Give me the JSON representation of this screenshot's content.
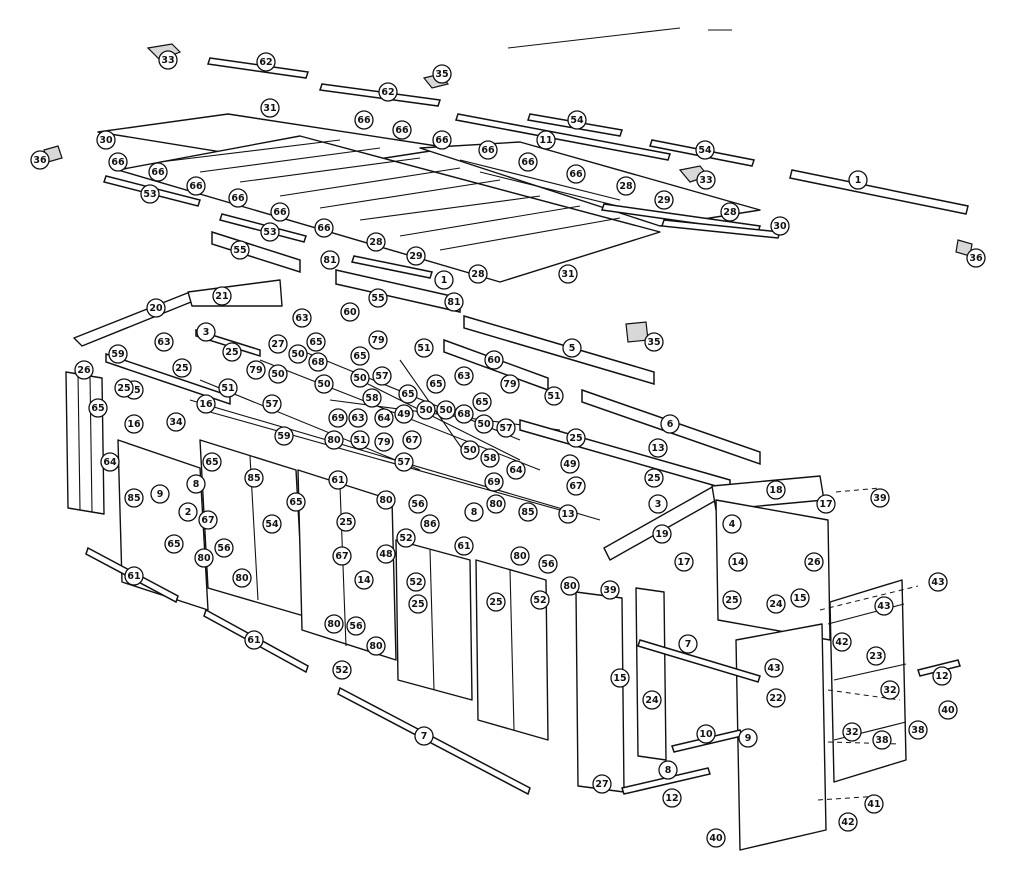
{
  "diagram": {
    "callouts": [
      {
        "id": "c1",
        "label": "33"
      },
      {
        "id": "c2",
        "label": "62"
      },
      {
        "id": "c3",
        "label": "35"
      },
      {
        "id": "c4",
        "label": "62"
      },
      {
        "id": "c5",
        "label": "31"
      },
      {
        "id": "c6",
        "label": "66"
      },
      {
        "id": "c7",
        "label": "66"
      },
      {
        "id": "c8",
        "label": "54"
      },
      {
        "id": "c9",
        "label": "30"
      },
      {
        "id": "c10",
        "label": "11"
      },
      {
        "id": "c11",
        "label": "66"
      },
      {
        "id": "c12",
        "label": "36"
      },
      {
        "id": "c13",
        "label": "66"
      },
      {
        "id": "c14",
        "label": "66"
      },
      {
        "id": "c15",
        "label": "66"
      },
      {
        "id": "c16",
        "label": "54"
      },
      {
        "id": "c17",
        "label": "66"
      },
      {
        "id": "c18",
        "label": "66"
      },
      {
        "id": "c19",
        "label": "66"
      },
      {
        "id": "c20",
        "label": "33"
      },
      {
        "id": "c21",
        "label": "1"
      },
      {
        "id": "c22",
        "label": "53"
      },
      {
        "id": "c23",
        "label": "28"
      },
      {
        "id": "c24",
        "label": "66"
      },
      {
        "id": "c25",
        "label": "29"
      },
      {
        "id": "c26",
        "label": "66"
      },
      {
        "id": "c27",
        "label": "28"
      },
      {
        "id": "c28",
        "label": "53"
      },
      {
        "id": "c29",
        "label": "66"
      },
      {
        "id": "c30",
        "label": "30"
      },
      {
        "id": "c31",
        "label": "55"
      },
      {
        "id": "c32",
        "label": "28"
      },
      {
        "id": "c33",
        "label": "81"
      },
      {
        "id": "c34",
        "label": "29"
      },
      {
        "id": "c35",
        "label": "36"
      },
      {
        "id": "c36",
        "label": "1"
      },
      {
        "id": "c37",
        "label": "28"
      },
      {
        "id": "c38",
        "label": "31"
      },
      {
        "id": "c39",
        "label": "20"
      },
      {
        "id": "c40",
        "label": "21"
      },
      {
        "id": "c41",
        "label": "55"
      },
      {
        "id": "c42",
        "label": "81"
      },
      {
        "id": "c43",
        "label": "60"
      },
      {
        "id": "c44",
        "label": "63"
      },
      {
        "id": "c45",
        "label": "3"
      },
      {
        "id": "c46",
        "label": "35"
      },
      {
        "id": "c47",
        "label": "63"
      },
      {
        "id": "c48",
        "label": "79"
      },
      {
        "id": "c49",
        "label": "5"
      },
      {
        "id": "c50",
        "label": "59"
      },
      {
        "id": "c51",
        "label": "25"
      },
      {
        "id": "c52",
        "label": "27"
      },
      {
        "id": "c53",
        "label": "50"
      },
      {
        "id": "c54",
        "label": "65"
      },
      {
        "id": "c55",
        "label": "51"
      },
      {
        "id": "c56",
        "label": "25"
      },
      {
        "id": "c57",
        "label": "68"
      },
      {
        "id": "c58",
        "label": "65"
      },
      {
        "id": "c59",
        "label": "60"
      },
      {
        "id": "c60",
        "label": "26"
      },
      {
        "id": "c61",
        "label": "25"
      },
      {
        "id": "c62",
        "label": "79"
      },
      {
        "id": "c63",
        "label": "50"
      },
      {
        "id": "c64",
        "label": "50"
      },
      {
        "id": "c65",
        "label": "57"
      },
      {
        "id": "c66",
        "label": "65"
      },
      {
        "id": "c67",
        "label": "63"
      },
      {
        "id": "c68",
        "label": "79"
      },
      {
        "id": "c69",
        "label": "51"
      },
      {
        "id": "c70",
        "label": "25"
      },
      {
        "id": "c71",
        "label": "51"
      },
      {
        "id": "c72",
        "label": "50"
      },
      {
        "id": "c73",
        "label": "58"
      },
      {
        "id": "c74",
        "label": "65"
      },
      {
        "id": "c75",
        "label": "65"
      },
      {
        "id": "c76",
        "label": "6"
      },
      {
        "id": "c77",
        "label": "16"
      },
      {
        "id": "c78",
        "label": "57"
      },
      {
        "id": "c79",
        "label": "69"
      },
      {
        "id": "c80",
        "label": "63"
      },
      {
        "id": "c81",
        "label": "64"
      },
      {
        "id": "c82",
        "label": "49"
      },
      {
        "id": "c83",
        "label": "50"
      },
      {
        "id": "c84",
        "label": "50"
      },
      {
        "id": "c85",
        "label": "68"
      },
      {
        "id": "c86",
        "label": "50"
      },
      {
        "id": "c87",
        "label": "16"
      },
      {
        "id": "c88",
        "label": "34"
      },
      {
        "id": "c89",
        "label": "65"
      },
      {
        "id": "c90",
        "label": "80"
      },
      {
        "id": "c91",
        "label": "51"
      },
      {
        "id": "c92",
        "label": "79"
      },
      {
        "id": "c93",
        "label": "67"
      },
      {
        "id": "c94",
        "label": "57"
      },
      {
        "id": "c95",
        "label": "25"
      },
      {
        "id": "c96",
        "label": "13"
      },
      {
        "id": "c97",
        "label": "59"
      },
      {
        "id": "c98",
        "label": "50"
      },
      {
        "id": "c99",
        "label": "58"
      },
      {
        "id": "c100",
        "label": "64"
      },
      {
        "id": "c101",
        "label": "64"
      },
      {
        "id": "c102",
        "label": "57"
      },
      {
        "id": "c103",
        "label": "49"
      },
      {
        "id": "c104",
        "label": "25"
      },
      {
        "id": "c105",
        "label": "65"
      },
      {
        "id": "c106",
        "label": "61"
      },
      {
        "id": "c107",
        "label": "69"
      },
      {
        "id": "c108",
        "label": "67"
      },
      {
        "id": "c109",
        "label": "85"
      },
      {
        "id": "c110",
        "label": "8"
      },
      {
        "id": "c111",
        "label": "9"
      },
      {
        "id": "c112",
        "label": "85"
      },
      {
        "id": "c113",
        "label": "65"
      },
      {
        "id": "c114",
        "label": "80"
      },
      {
        "id": "c115",
        "label": "56"
      },
      {
        "id": "c116",
        "label": "80"
      },
      {
        "id": "c117",
        "label": "85"
      },
      {
        "id": "c118",
        "label": "3"
      },
      {
        "id": "c119",
        "label": "18"
      },
      {
        "id": "c120",
        "label": "17"
      },
      {
        "id": "c121",
        "label": "39"
      },
      {
        "id": "c122",
        "label": "2"
      },
      {
        "id": "c123",
        "label": "67"
      },
      {
        "id": "c124",
        "label": "54"
      },
      {
        "id": "c125",
        "label": "25"
      },
      {
        "id": "c126",
        "label": "86"
      },
      {
        "id": "c127",
        "label": "8"
      },
      {
        "id": "c128",
        "label": "13"
      },
      {
        "id": "c129",
        "label": "4"
      },
      {
        "id": "c130",
        "label": "65"
      },
      {
        "id": "c131",
        "label": "52"
      },
      {
        "id": "c132",
        "label": "19"
      },
      {
        "id": "c133",
        "label": "26"
      },
      {
        "id": "c134",
        "label": "80"
      },
      {
        "id": "c135",
        "label": "56"
      },
      {
        "id": "c136",
        "label": "61"
      },
      {
        "id": "c137",
        "label": "17"
      },
      {
        "id": "c138",
        "label": "14"
      },
      {
        "id": "c139",
        "label": "43"
      },
      {
        "id": "c140",
        "label": "80"
      },
      {
        "id": "c141",
        "label": "67"
      },
      {
        "id": "c142",
        "label": "48"
      },
      {
        "id": "c143",
        "label": "80"
      },
      {
        "id": "c144",
        "label": "56"
      },
      {
        "id": "c145",
        "label": "61"
      },
      {
        "id": "c146",
        "label": "14"
      },
      {
        "id": "c147",
        "label": "52"
      },
      {
        "id": "c148",
        "label": "39"
      },
      {
        "id": "c149",
        "label": "80"
      },
      {
        "id": "c150",
        "label": "25"
      },
      {
        "id": "c151",
        "label": "24"
      },
      {
        "id": "c152",
        "label": "15"
      },
      {
        "id": "c153",
        "label": "43"
      },
      {
        "id": "c154",
        "label": "52"
      },
      {
        "id": "c155",
        "label": "25"
      },
      {
        "id": "c156",
        "label": "25"
      },
      {
        "id": "c157",
        "label": "42"
      },
      {
        "id": "c158",
        "label": "23"
      },
      {
        "id": "c159",
        "label": "61"
      },
      {
        "id": "c160",
        "label": "80"
      },
      {
        "id": "c161",
        "label": "56"
      },
      {
        "id": "c162",
        "label": "80"
      },
      {
        "id": "c163",
        "label": "7"
      },
      {
        "id": "c164",
        "label": "43"
      },
      {
        "id": "c165",
        "label": "12"
      },
      {
        "id": "c166",
        "label": "52"
      },
      {
        "id": "c167",
        "label": "15"
      },
      {
        "id": "c168",
        "label": "22"
      },
      {
        "id": "c169",
        "label": "32"
      },
      {
        "id": "c170",
        "label": "24"
      },
      {
        "id": "c171",
        "label": "40"
      },
      {
        "id": "c172",
        "label": "7"
      },
      {
        "id": "c173",
        "label": "10"
      },
      {
        "id": "c174",
        "label": "9"
      },
      {
        "id": "c175",
        "label": "32"
      },
      {
        "id": "c176",
        "label": "38"
      },
      {
        "id": "c177",
        "label": "38"
      },
      {
        "id": "c178",
        "label": "8"
      },
      {
        "id": "c179",
        "label": "27"
      },
      {
        "id": "c180",
        "label": "12"
      },
      {
        "id": "c181",
        "label": "41"
      },
      {
        "id": "c182",
        "label": "42"
      },
      {
        "id": "c183",
        "label": "40"
      }
    ]
  }
}
